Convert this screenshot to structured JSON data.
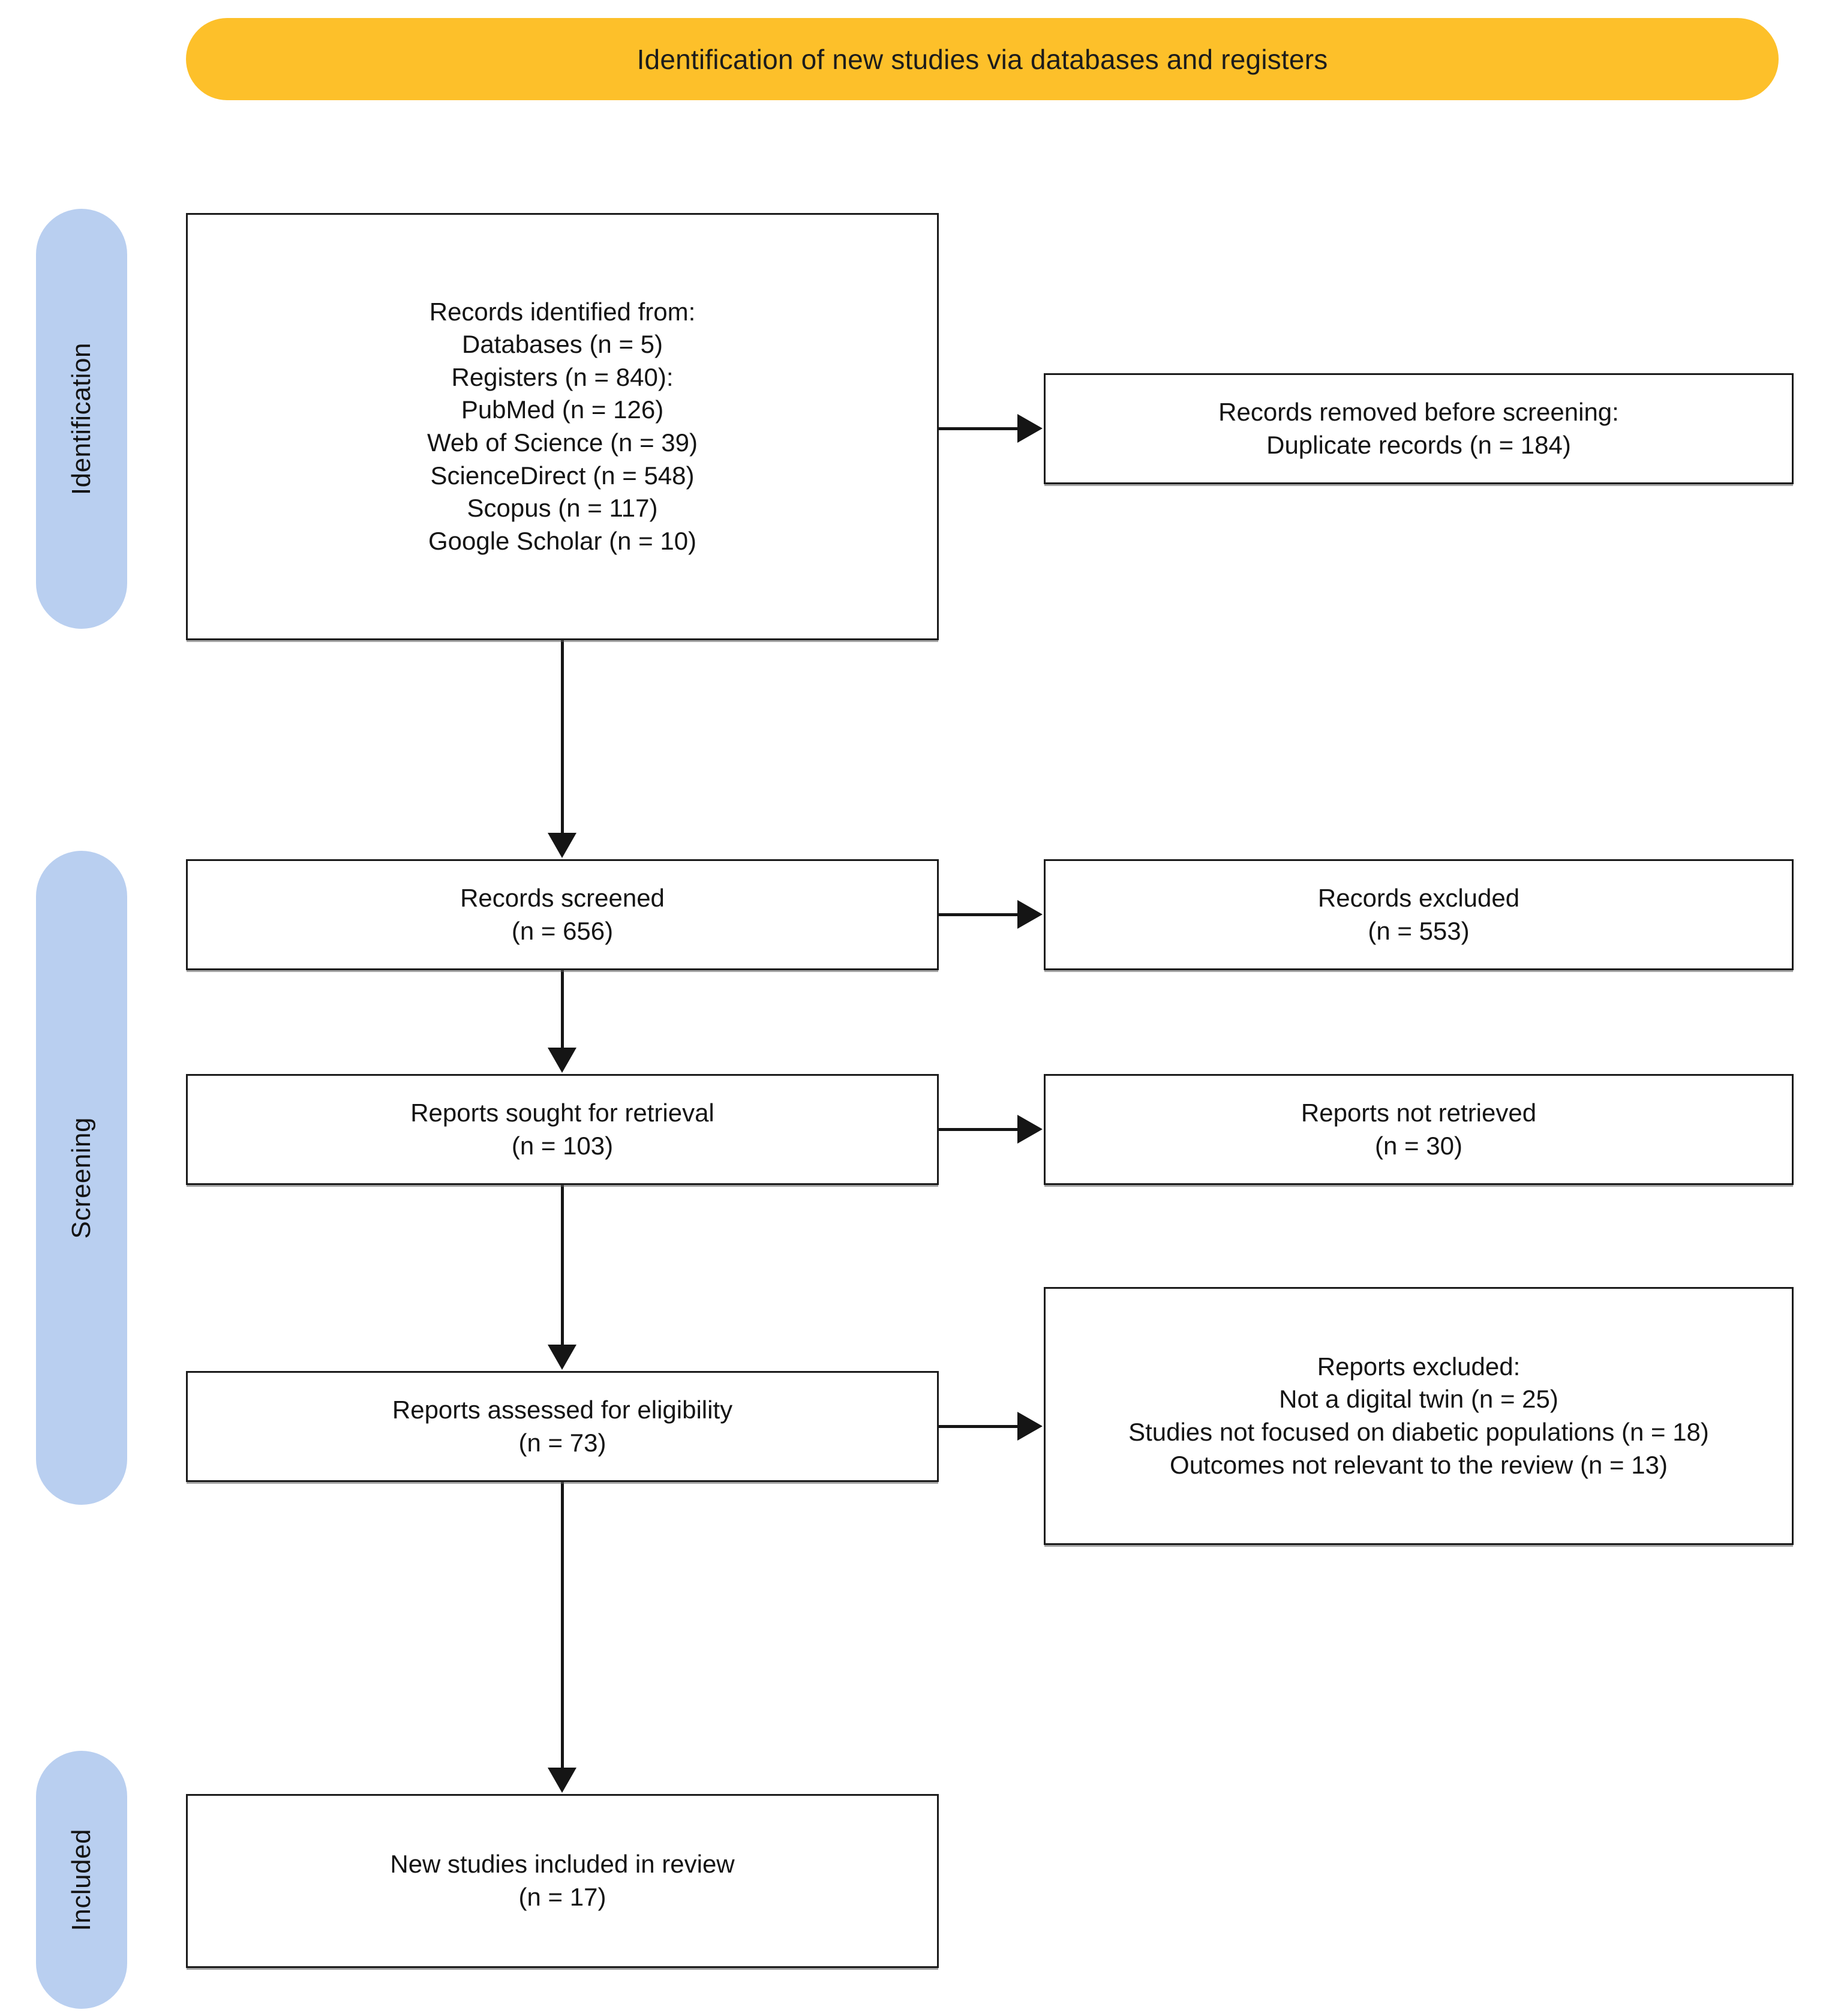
{
  "diagram": {
    "type": "prisma-flow-diagram",
    "banner": {
      "title": "Identification of new studies via databases and registers",
      "color": "#FDC02A"
    },
    "rail_color": "#B9CFF0",
    "stages": [
      {
        "id": "identification",
        "label": "Identification"
      },
      {
        "id": "screening",
        "label": "Screening"
      },
      {
        "id": "included",
        "label": "Included"
      }
    ],
    "boxes": {
      "identified": {
        "lines": [
          "Records identified from:",
          "Databases (n = 5)",
          "Registers  (n = 840):",
          "PubMed (n = 126)",
          "Web of Science (n = 39)",
          "ScienceDirect (n = 548)",
          "Scopus (n = 117)",
          "Google Scholar (n = 10)"
        ]
      },
      "removed": {
        "lines": [
          "Records removed before screening:",
          "Duplicate records (n = 184)"
        ]
      },
      "screened": {
        "lines": [
          "Records screened",
          "(n = 656)"
        ]
      },
      "excluded_records": {
        "lines": [
          "Records excluded",
          "(n = 553)"
        ]
      },
      "sought": {
        "lines": [
          "Reports sought for retrieval",
          "(n = 103)"
        ]
      },
      "not_retrieved": {
        "lines": [
          "Reports not retrieved",
          "(n = 30)"
        ]
      },
      "assessed": {
        "lines": [
          "Reports assessed for eligibility",
          "(n = 73)"
        ]
      },
      "excluded_reports": {
        "lines": [
          "Reports excluded:",
          "Not a digital twin (n = 25)",
          "Studies not focused on diabetic populations (n = 18)",
          "Outcomes not relevant to the review (n = 13)"
        ]
      },
      "included": {
        "lines": [
          "New studies included in review",
          "(n = 17)"
        ]
      }
    },
    "counts": {
      "databases": 5,
      "registers_total": 840,
      "pubmed": 126,
      "web_of_science": 39,
      "sciencedirect": 548,
      "scopus": 117,
      "google_scholar": 10,
      "duplicates_removed": 184,
      "records_screened": 656,
      "records_excluded": 553,
      "reports_sought": 103,
      "reports_not_retrieved": 30,
      "reports_assessed": 73,
      "excluded_not_digital_twin": 25,
      "excluded_not_diabetic": 18,
      "excluded_outcomes_irrelevant": 13,
      "studies_included": 17
    }
  }
}
